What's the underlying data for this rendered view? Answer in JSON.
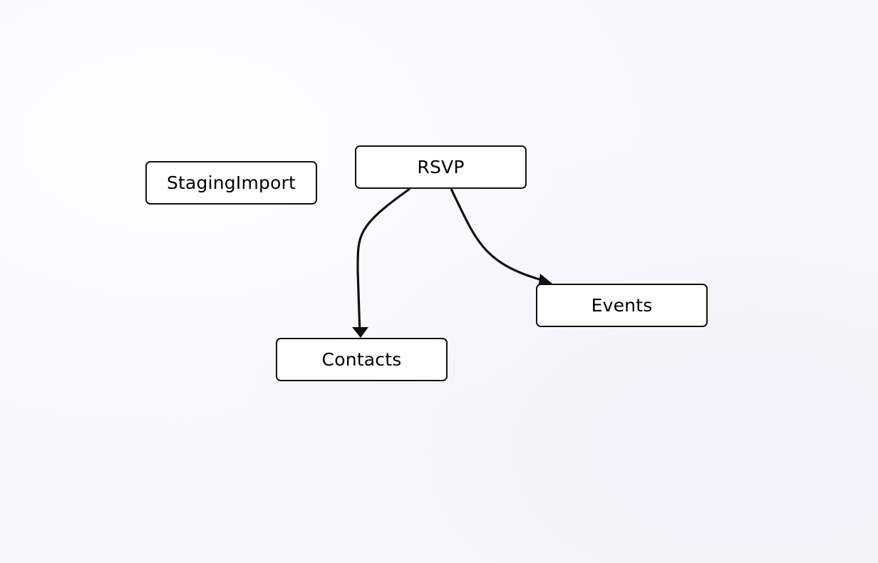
{
  "diagram": {
    "nodes": [
      {
        "id": "staging",
        "label": "StagingImport"
      },
      {
        "id": "rsvp",
        "label": "RSVP"
      },
      {
        "id": "events",
        "label": "Events"
      },
      {
        "id": "contacts",
        "label": "Contacts"
      }
    ],
    "edges": [
      {
        "from": "rsvp",
        "to": "contacts"
      },
      {
        "from": "rsvp",
        "to": "events"
      }
    ],
    "colors": {
      "background": "#f6f8fb",
      "node_fill": "#ffffff",
      "stroke": "#111111",
      "text": "#000000"
    }
  }
}
